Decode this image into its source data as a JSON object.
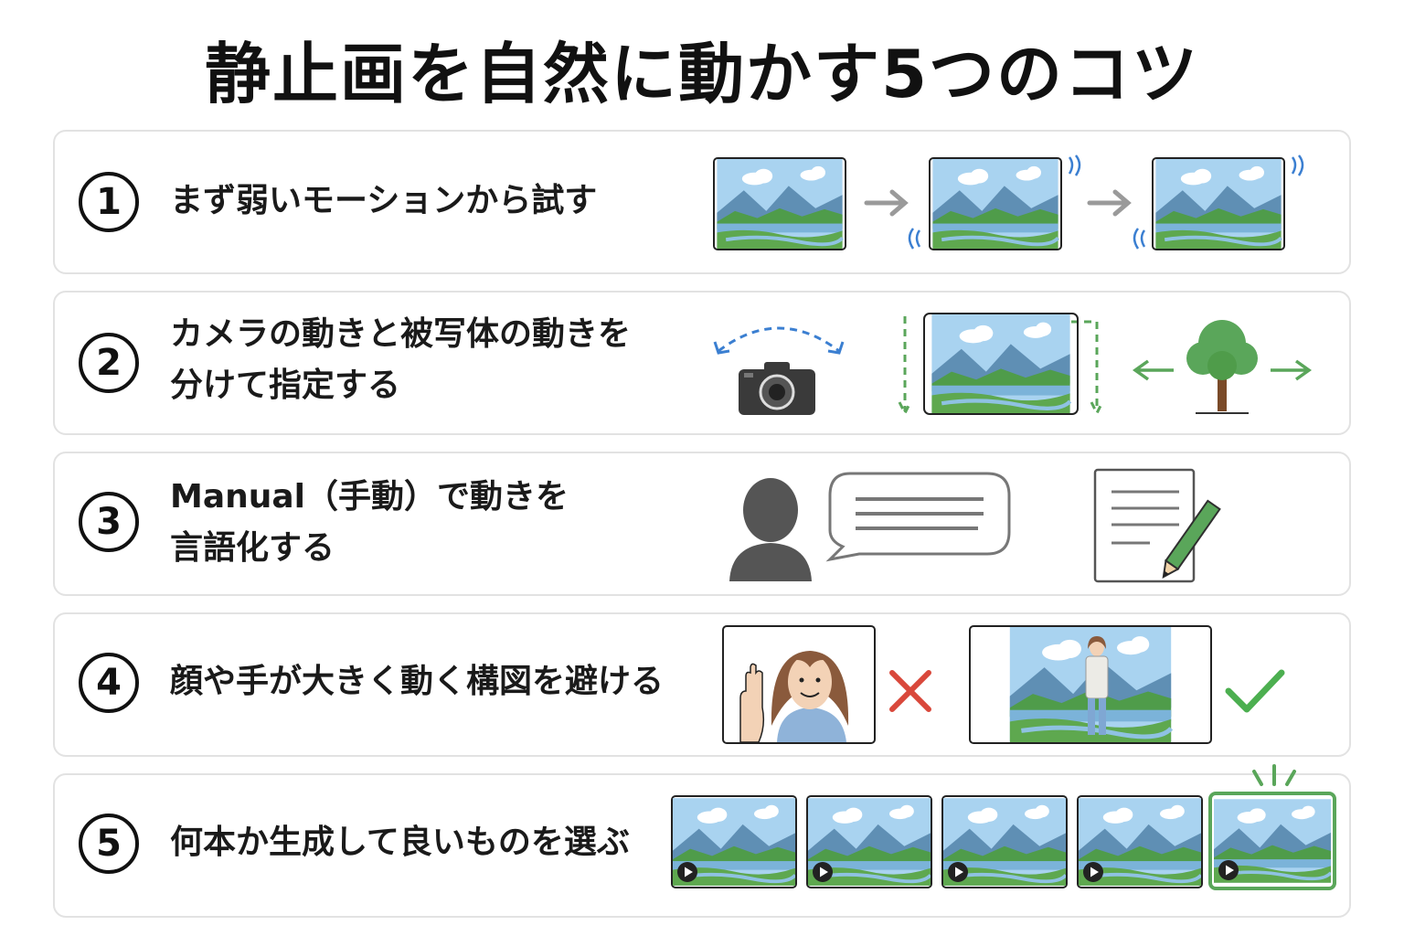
{
  "title": "静止画を自然に動かす5つのコツ",
  "tips": [
    {
      "number": "1",
      "line1": "まず弱いモーションから試す",
      "line2": ""
    },
    {
      "number": "2",
      "line1": "カメラの動きと被写体の動きを",
      "line2": "分けて指定する"
    },
    {
      "number": "3",
      "line1": "Manual（手動）で動きを",
      "line2": "言語化する"
    },
    {
      "number": "4",
      "line1": "顔や手が大きく動く構図を避ける",
      "line2": ""
    },
    {
      "number": "5",
      "line1": "何本か生成して良いものを選ぶ",
      "line2": ""
    }
  ],
  "colors": {
    "sky": "#9cc9ea",
    "mountain": "#5f8fb4",
    "green": "#4f9c4a",
    "water": "#6fa8cf",
    "arrow_gray": "#9a9a9a",
    "blue_accent": "#3b7fd1",
    "green_accent": "#5aa65a",
    "red_x": "#d9483b",
    "check_green": "#4caf50",
    "dark": "#3a3a3a"
  },
  "icons": [
    "landscape-thumbnail",
    "arrow-right-icon",
    "vibration-icon",
    "camera-icon",
    "tree-icon",
    "person-silhouette-icon",
    "speech-bubble-icon",
    "document-pencil-icon",
    "cross-icon",
    "check-icon",
    "play-icon"
  ]
}
